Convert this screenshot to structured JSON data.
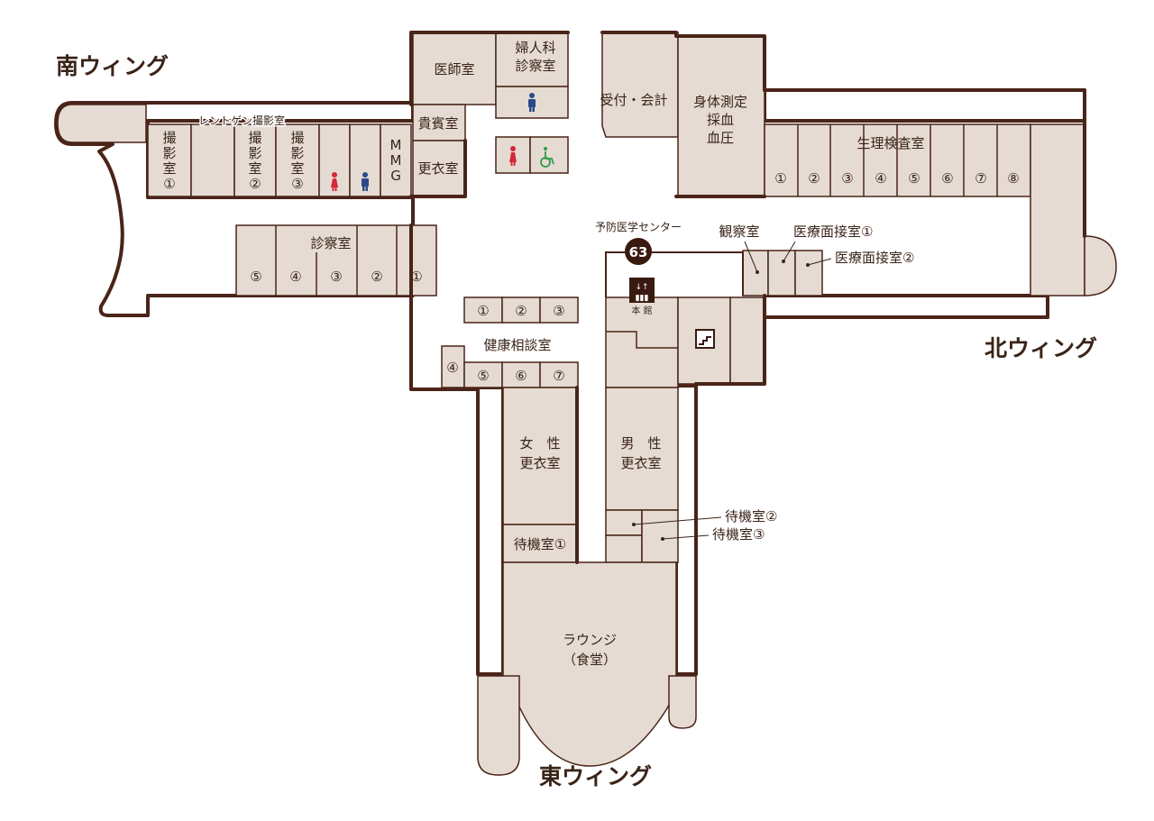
{
  "wings": {
    "south": "南ウィング",
    "north": "北ウィング",
    "east": "東ウィング"
  },
  "rooms": {
    "doctor_room": "医師室",
    "gynecology_1": "婦人科",
    "gynecology_2": "診察室",
    "reception": "受付・会計",
    "body_measure_1": "身体測定",
    "body_measure_2": "採血",
    "body_measure_3": "血圧",
    "vip_room": "貴賓室",
    "changing_room": "更衣室",
    "xray_room": "レントゲン撮影室",
    "xray_1": [
      "撮",
      "影",
      "室",
      "①"
    ],
    "xray_2": [
      "撮",
      "影",
      "室",
      "②"
    ],
    "xray_3": [
      "撮",
      "影",
      "室",
      "③"
    ],
    "mmg": [
      "M",
      "M",
      "G"
    ],
    "physiology": "生理検査室",
    "physiology_nums": [
      "①",
      "②",
      "③",
      "④",
      "⑤",
      "⑥",
      "⑦",
      "⑧"
    ],
    "exam_room": "診察室",
    "exam_nums": [
      "⑤",
      "④",
      "③",
      "②",
      "①"
    ],
    "consult_room": "健康相談室",
    "consult_top_nums": [
      "①",
      "②",
      "③"
    ],
    "consult_bottom_nums": [
      "④",
      "⑤",
      "⑥",
      "⑦"
    ],
    "center_name": "予防医学センター",
    "center_num": "63",
    "elevator_caption": "本 館",
    "observation": "観察室",
    "interview_1": "医療面接室①",
    "interview_2": "医療面接室②",
    "female_changing_1": "女　性",
    "female_changing_2": "更衣室",
    "male_changing_1": "男　性",
    "male_changing_2": "更衣室",
    "waiting_1": "待機室①",
    "waiting_2": "待機室②",
    "waiting_3": "待機室③",
    "lounge_1": "ラウンジ",
    "lounge_2": "（食堂）"
  },
  "icons": {
    "male_toilet": "male-toilet-icon",
    "female_toilet": "female-toilet-icon",
    "accessible_toilet": "wheelchair-icon",
    "elevator": "elevator-icon",
    "stairs": "stairs-icon"
  },
  "colors": {
    "wall": "#4a2418",
    "room_fill": "#e5dbd3",
    "text": "#3a2418",
    "male": "#2a4a8a",
    "female": "#d4283a",
    "accessible": "#2e9a4a"
  }
}
